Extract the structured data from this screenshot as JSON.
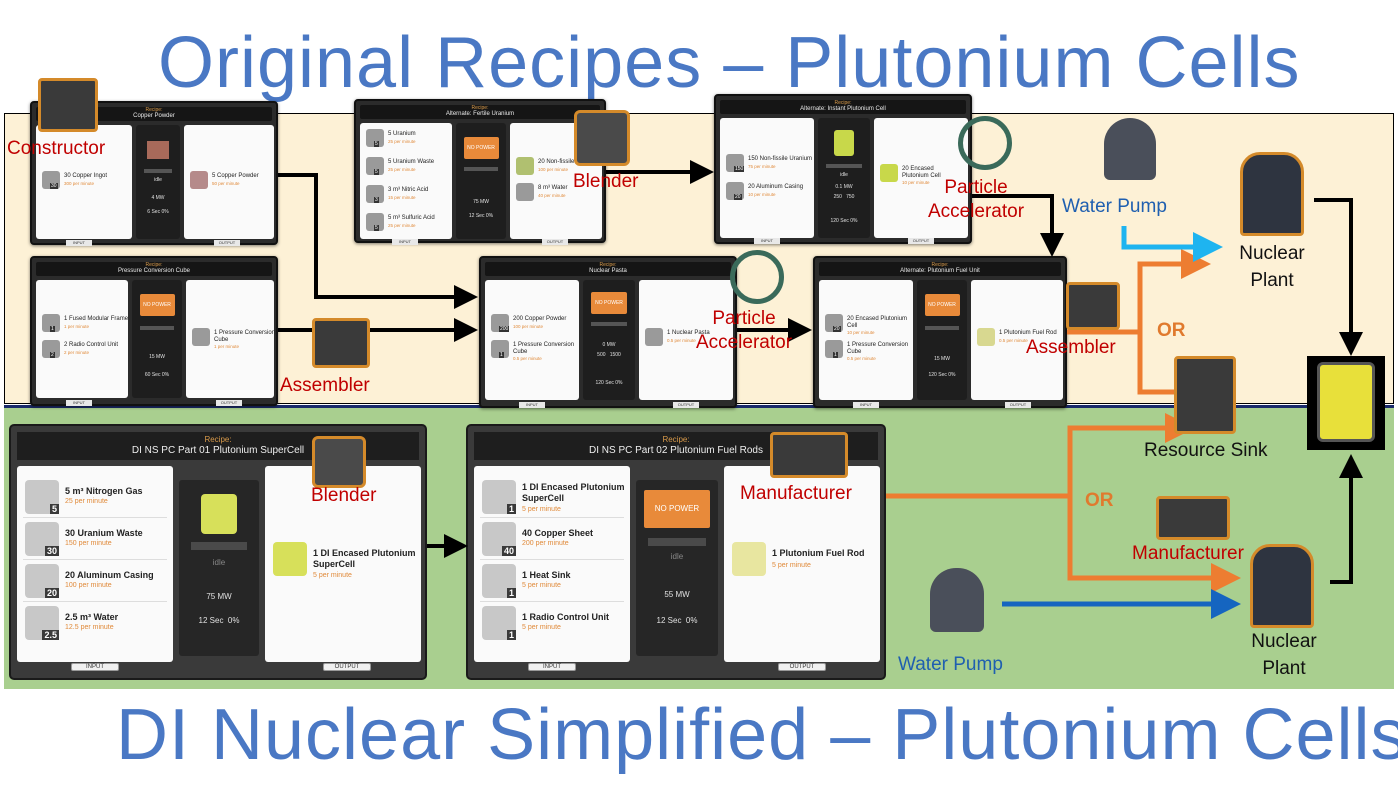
{
  "titles": {
    "top": "Original Recipes – Plutonium Cells",
    "bottom": "DI Nuclear Simplified – Plutonium Cells"
  },
  "colors": {
    "top_band": "#fdf1d6",
    "bottom_band": "#a9cf8f",
    "title": "#4a78c4",
    "machine_label": "#c00000",
    "water_label": "#1f5fb0",
    "or_label": "#e07a2e",
    "arrow_black": "#000000",
    "arrow_orange": "#ed7d31",
    "arrow_lightblue": "#1eb4f0",
    "arrow_blue": "#1565c0"
  },
  "top_recipes": {
    "copper_powder": {
      "recipe_label": "Recipe:",
      "name": "Copper Powder",
      "inputs": [
        {
          "count": "30",
          "name": "30 Copper Ingot",
          "rate": "300 per minute"
        }
      ],
      "outputs": [
        {
          "name": "5 Copper Powder",
          "rate": "50 per minute"
        }
      ],
      "status": "idle",
      "power": "4 MW",
      "time": "6 Sec",
      "eff": "0%",
      "input_btn": "INPUT",
      "output_btn": "OUTPUT"
    },
    "fertile_uranium": {
      "recipe_label": "Recipe:",
      "name": "Alternate: Fertile Uranium",
      "inputs": [
        {
          "count": "5",
          "name": "5 Uranium",
          "rate": "25 per minute"
        },
        {
          "count": "5",
          "name": "5 Uranium Waste",
          "rate": "25 per minute"
        },
        {
          "count": "3",
          "name": "3 m³ Nitric Acid",
          "rate": "15 per minute"
        },
        {
          "count": "5",
          "name": "5 m³ Sulfuric Acid",
          "rate": "25 per minute"
        }
      ],
      "outputs": [
        {
          "name": "20 Non-fissile Uranium",
          "rate": "100 per minute"
        },
        {
          "name": "8 m³ Water",
          "rate": "40 per minute"
        }
      ],
      "status": "NO POWER",
      "power": "75 MW",
      "time": "12 Sec",
      "eff": "0%",
      "input_btn": "INPUT",
      "output_btn": "OUTPUT"
    },
    "instant_plutonium": {
      "recipe_label": "Recipe:",
      "name": "Alternate: Instant Plutonium Cell",
      "inputs": [
        {
          "count": "150",
          "name": "150 Non-fissile Uranium",
          "rate": "75 per minute"
        },
        {
          "count": "20",
          "name": "20 Aluminum Casing",
          "rate": "10 per minute"
        }
      ],
      "outputs": [
        {
          "name": "20 Encased Plutonium Cell",
          "rate": "10 per minute"
        }
      ],
      "status": "idle",
      "power": "0.1 MW",
      "gauge_min": "250",
      "gauge_max": "750",
      "time": "120 Sec",
      "eff": "0%",
      "input_btn": "INPUT",
      "output_btn": "OUTPUT"
    },
    "pressure_cube": {
      "recipe_label": "Recipe:",
      "name": "Pressure Conversion Cube",
      "inputs": [
        {
          "count": "1",
          "name": "1 Fused Modular Frame",
          "rate": "1 per minute"
        },
        {
          "count": "2",
          "name": "2 Radio Control Unit",
          "rate": "2 per minute"
        }
      ],
      "outputs": [
        {
          "name": "1 Pressure Conversion Cube",
          "rate": "1 per minute"
        }
      ],
      "status": "NO POWER",
      "power": "15 MW",
      "time": "60 Sec",
      "eff": "0%",
      "input_btn": "INPUT",
      "output_btn": "OUTPUT"
    },
    "nuclear_pasta": {
      "recipe_label": "Recipe:",
      "name": "Nuclear Pasta",
      "inputs": [
        {
          "count": "200",
          "name": "200 Copper Powder",
          "rate": "100 per minute"
        },
        {
          "count": "1",
          "name": "1 Pressure Conversion Cube",
          "rate": "0.5 per minute"
        }
      ],
      "outputs": [
        {
          "name": "1 Nuclear Pasta",
          "rate": "0.5 per minute"
        }
      ],
      "status": "NO POWER",
      "power": "0 MW",
      "gauge_min": "500",
      "gauge_max": "1500",
      "time": "120 Sec",
      "eff": "0%",
      "input_btn": "INPUT",
      "output_btn": "OUTPUT"
    },
    "plutonium_fuel_unit": {
      "recipe_label": "Recipe:",
      "name": "Alternate: Plutonium Fuel Unit",
      "inputs": [
        {
          "count": "20",
          "name": "20 Encased Plutonium Cell",
          "rate": "10 per minute"
        },
        {
          "count": "1",
          "name": "1 Pressure Conversion Cube",
          "rate": "0.5 per minute"
        }
      ],
      "outputs": [
        {
          "name": "1 Plutonium Fuel Rod",
          "rate": "0.5 per minute"
        }
      ],
      "status": "NO POWER",
      "power": "15 MW",
      "time": "120 Sec",
      "eff": "0%",
      "input_btn": "INPUT",
      "output_btn": "OUTPUT"
    }
  },
  "bottom_recipes": {
    "supercell": {
      "recipe_label": "Recipe:",
      "name": "DI NS PC Part 01 Plutonium SuperCell",
      "inputs": [
        {
          "count": "5",
          "name": "5 m³ Nitrogen Gas",
          "rate": "25 per minute"
        },
        {
          "count": "30",
          "name": "30 Uranium Waste",
          "rate": "150 per minute"
        },
        {
          "count": "20",
          "name": "20 Aluminum Casing",
          "rate": "100 per minute"
        },
        {
          "count": "2.5",
          "name": "2.5 m³ Water",
          "rate": "12.5 per minute"
        }
      ],
      "outputs": [
        {
          "name": "1 DI Encased Plutonium SuperCell",
          "rate": "5 per minute"
        }
      ],
      "status": "idle",
      "power": "75 MW",
      "time": "12 Sec",
      "eff": "0%",
      "input_btn": "INPUT",
      "output_btn": "OUTPUT"
    },
    "fuel_rods": {
      "recipe_label": "Recipe:",
      "name": "DI NS PC Part 02 Plutonium Fuel Rods",
      "inputs": [
        {
          "count": "1",
          "name": "1 DI Encased Plutonium SuperCell",
          "rate": "5 per minute"
        },
        {
          "count": "40",
          "name": "40 Copper Sheet",
          "rate": "200 per minute"
        },
        {
          "count": "1",
          "name": "1 Heat Sink",
          "rate": "5 per minute"
        },
        {
          "count": "1",
          "name": "1 Radio Control Unit",
          "rate": "5 per minute"
        }
      ],
      "outputs": [
        {
          "name": "1 Plutonium Fuel Rod",
          "rate": "5 per minute"
        }
      ],
      "status": "NO POWER",
      "idle": "idle",
      "power": "55 MW",
      "time": "12 Sec",
      "eff": "0%",
      "input_btn": "INPUT",
      "output_btn": "OUTPUT"
    }
  },
  "labels": {
    "constructor": "Constructor",
    "blender_top": "Blender",
    "particle_acc_1": "Particle Accelerator",
    "particle_acc_2": "Particle Accelerator",
    "assembler_1": "Assembler",
    "assembler_2": "Assembler",
    "water_pump_top": "Water Pump",
    "nuclear_plant_top": "Nuclear Plant",
    "or_top": "OR",
    "resource_sink": "Resource Sink",
    "blender_bottom": "Blender",
    "manufacturer_1": "Manufacturer",
    "manufacturer_2": "Manufacturer",
    "or_bottom": "OR",
    "water_pump_bottom": "Water Pump",
    "nuclear_plant_bottom": "Nuclear Plant"
  }
}
